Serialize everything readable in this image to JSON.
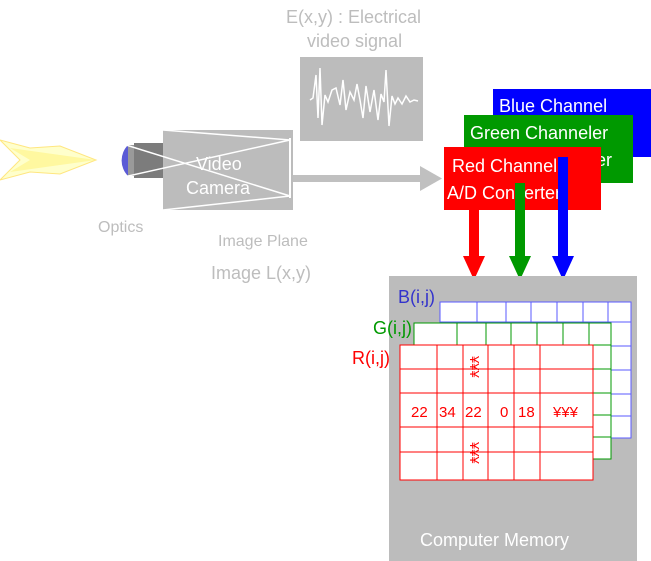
{
  "signal": {
    "title_line1": "E(x,y) : Electrical",
    "title_line2": "video signal"
  },
  "camera": {
    "label_line1": "Video",
    "label_line2": "Camera",
    "optics_label": "Optics",
    "image_plane_label": "Image Plane",
    "image_label": "Image L(x,y)"
  },
  "converters": {
    "blue_line1": "Blue Channel",
    "green_line1": "Green Channeler",
    "green_line2": "er",
    "red_line1": "Red Channel",
    "red_line2": "A/D Converter"
  },
  "memory": {
    "label": "Computer Memory",
    "blue_grid_label": "B(i,j)",
    "green_grid_label": "G(i,j)",
    "red_grid_label": "R(i,j)",
    "row_values": [
      "22",
      "34",
      "22",
      "0",
      "18",
      "¥¥¥"
    ],
    "col_glyphs": [
      "¥¥¥",
      "¥¥¥"
    ]
  },
  "colors": {
    "gray": "#bcbcbc",
    "dark_gray": "#8a8a8a",
    "label_gray": "#bdbdbd",
    "red": "#ff0000",
    "green": "#009900",
    "blue": "#0000ff",
    "light_blue": "#5a5aff"
  }
}
